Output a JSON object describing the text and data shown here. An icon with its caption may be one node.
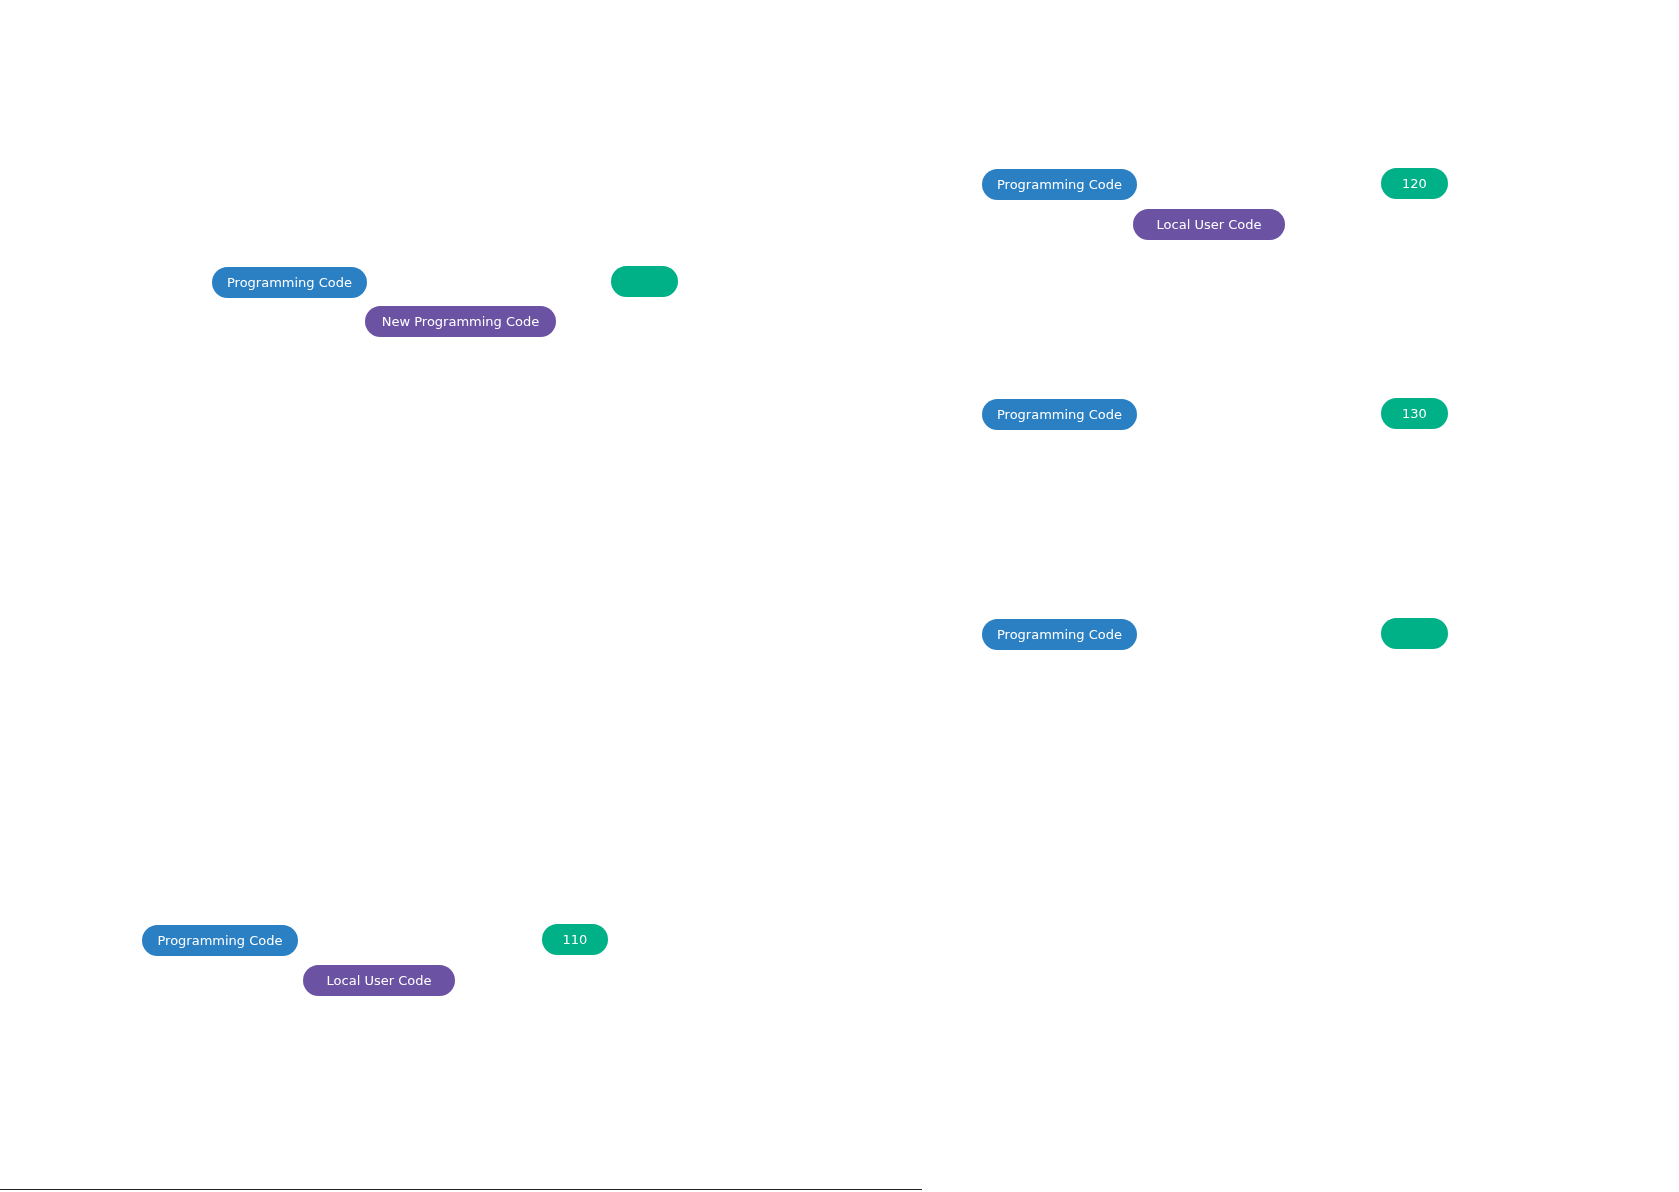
{
  "diagram": {
    "nodes": [
      {
        "text": [
          "Programming Code"
        ]
      },
      {
        "text": [],
        "shape": "box"
      },
      {
        "text": [
          "New Programming Code"
        ]
      },
      {
        "text": [
          "Programming Code"
        ]
      },
      {
        "text": [
          "120"
        ]
      },
      {
        "text": [
          "Local User Code"
        ]
      },
      {
        "text": [
          "Programming Code"
        ]
      },
      {
        "text": [
          "130"
        ]
      },
      {
        "text": [
          "Programming Code"
        ]
      },
      {
        "text": [],
        "shape": "box"
      },
      {
        "text": [
          "Programming Code"
        ]
      },
      {
        "text": [
          "110"
        ]
      },
      {
        "text": [
          "Local User Code"
        ]
      }
    ]
  }
}
